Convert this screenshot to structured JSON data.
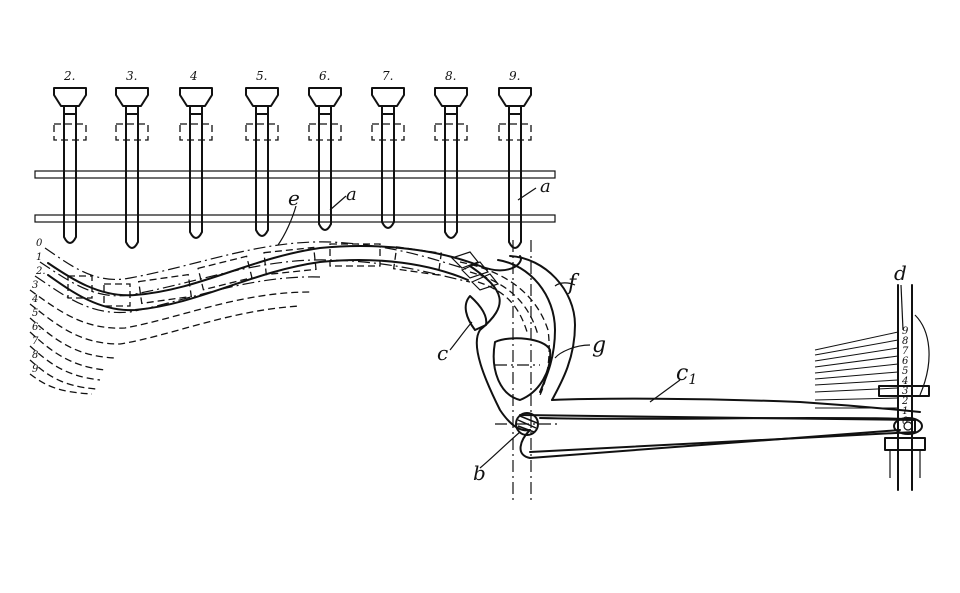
{
  "pin_numbers": [
    "2.",
    "3.",
    "4",
    "5.",
    "6.",
    "7.",
    "8.",
    "9."
  ],
  "left_scale": [
    "0",
    "1",
    "2.",
    "3",
    "4",
    "5",
    "6.",
    "7",
    "8",
    "9"
  ],
  "right_scale": [
    "9",
    "8",
    "7",
    "6",
    "5",
    "4",
    "3",
    "2",
    "1",
    "0"
  ],
  "labels": {
    "a1": "a",
    "a2": "a",
    "e": "e",
    "f": "f",
    "c": "c",
    "g": "g",
    "c1": "c",
    "c1_sub": "1",
    "b": "b",
    "d": "d"
  }
}
